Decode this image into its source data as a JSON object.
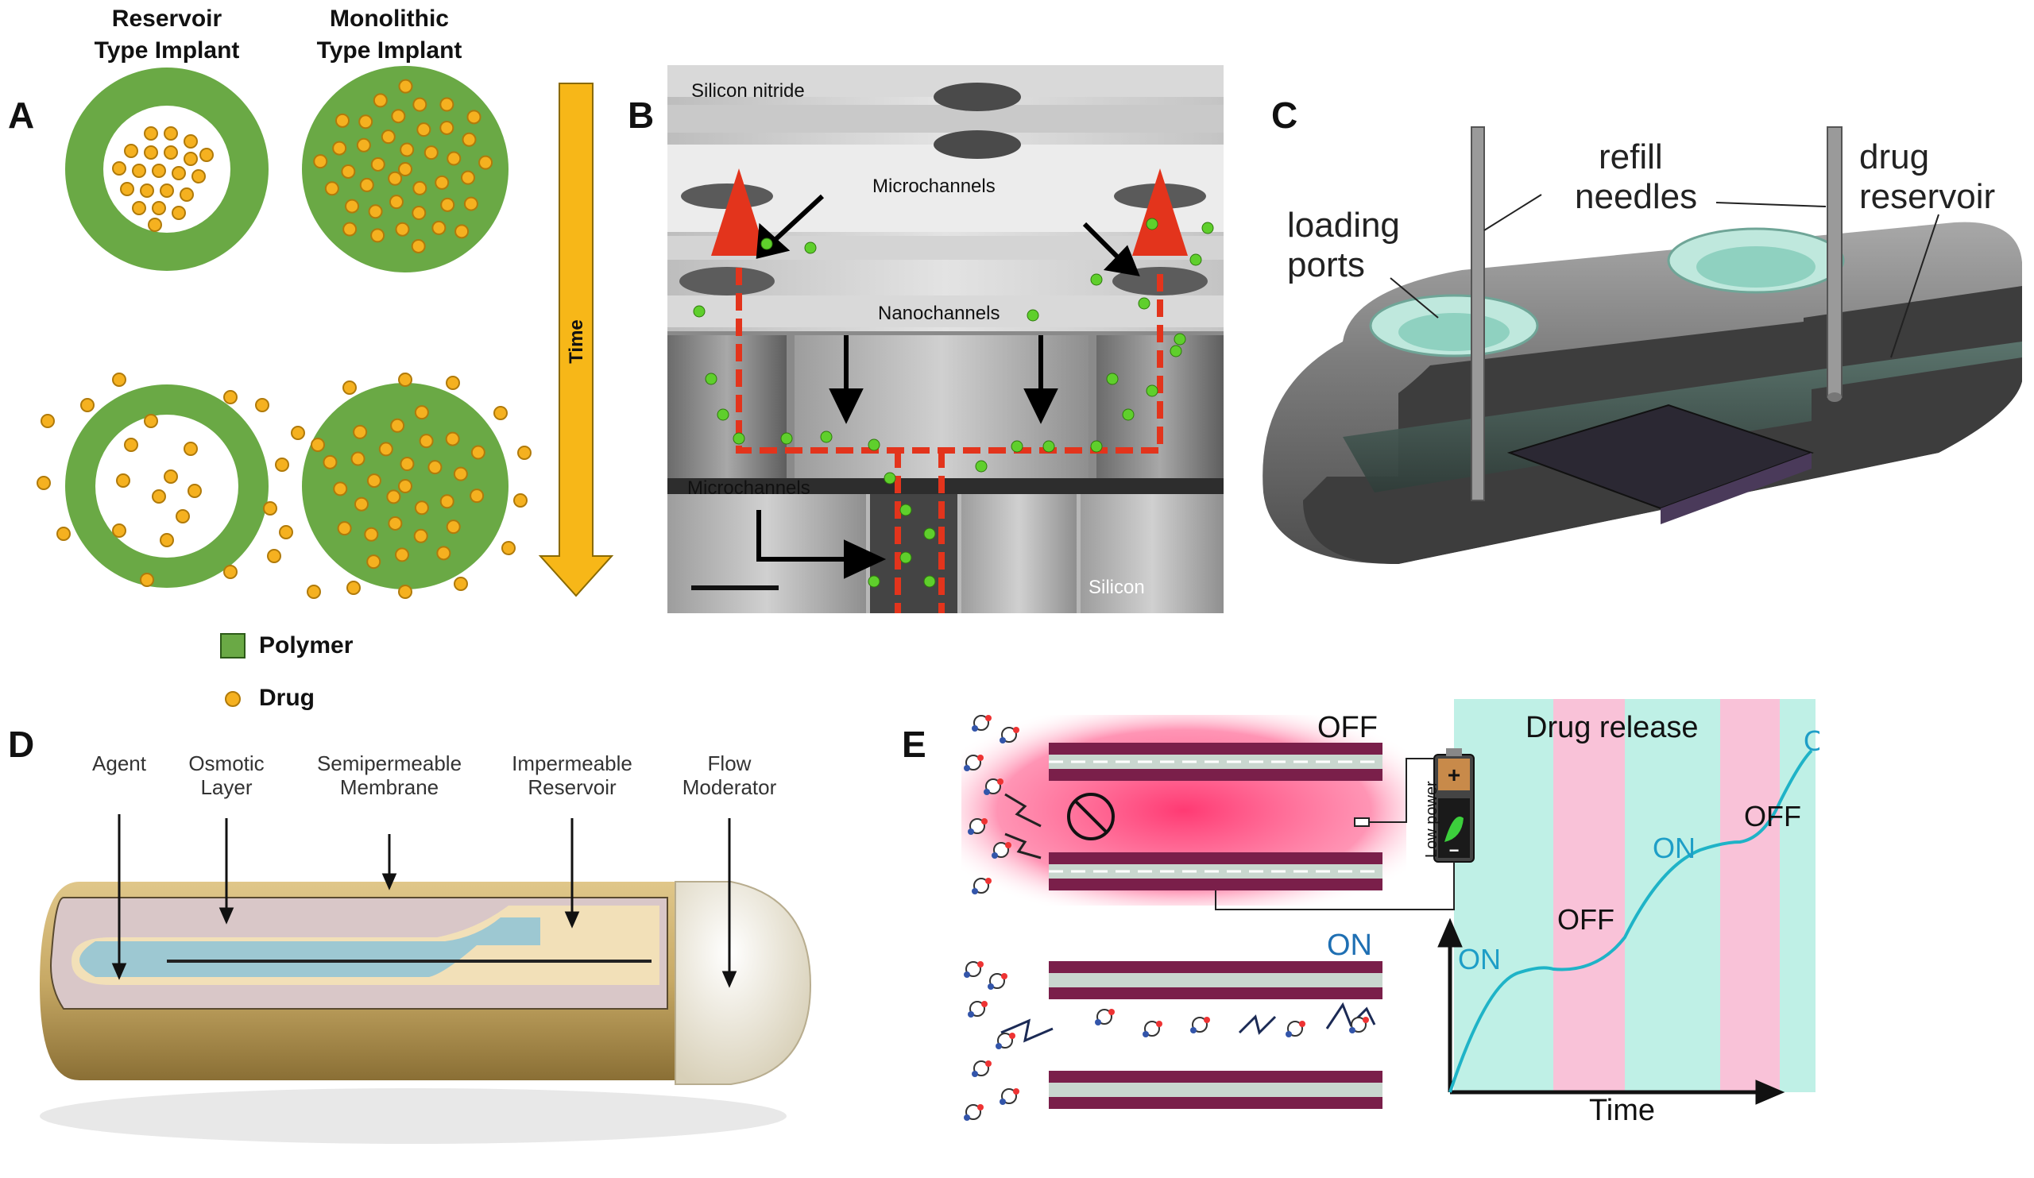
{
  "panel_a": {
    "label": "A",
    "col1_title_line1": "Reservoir",
    "col1_title_line2": "Type Implant",
    "col2_title_line1": "Monolithic",
    "col2_title_line2": "Type Implant",
    "time_label": "Time",
    "legend": [
      {
        "name": "Polymer",
        "color": "#6aa945"
      },
      {
        "name": "Drug",
        "color": "#f5b120"
      }
    ]
  },
  "panel_b": {
    "label": "B",
    "silicon_nitride": "Silicon nitride",
    "microchannels_top": "Microchannels",
    "nanochannels": "Nanochannels",
    "microchannels_bottom": "Microchannels",
    "silicon": "Silicon"
  },
  "panel_c": {
    "label": "C",
    "refill_line1": "refill",
    "refill_line2": "needles",
    "drug_line1": "drug",
    "drug_line2": "reservoir",
    "loading_line1": "loading",
    "loading_line2": "ports"
  },
  "panel_d": {
    "label": "D",
    "labels": [
      {
        "l1": "Agent",
        "l2": ""
      },
      {
        "l1": "Osmotic",
        "l2": "Layer"
      },
      {
        "l1": "Semipermeable",
        "l2": "Membrane"
      },
      {
        "l1": "Impermeable",
        "l2": "Reservoir"
      },
      {
        "l1": "Flow",
        "l2": "Moderator"
      }
    ]
  },
  "panel_e": {
    "label": "E",
    "off_top": "OFF",
    "on_middle": "ON",
    "low_power": "Low power",
    "drug_release": "Drug release",
    "time": "Time",
    "states": [
      "ON",
      "OFF",
      "ON",
      "OFF",
      "ON"
    ]
  },
  "colors": {
    "polymer_green": "#6aa945",
    "drug_orange": "#f5b120",
    "time_arrow": "#f7b718",
    "red_dash": "#e3341c",
    "cyan_on": "#1e9ec7",
    "pink_off": "#f9c2d8",
    "channel_maroon": "#7a1f4a"
  }
}
